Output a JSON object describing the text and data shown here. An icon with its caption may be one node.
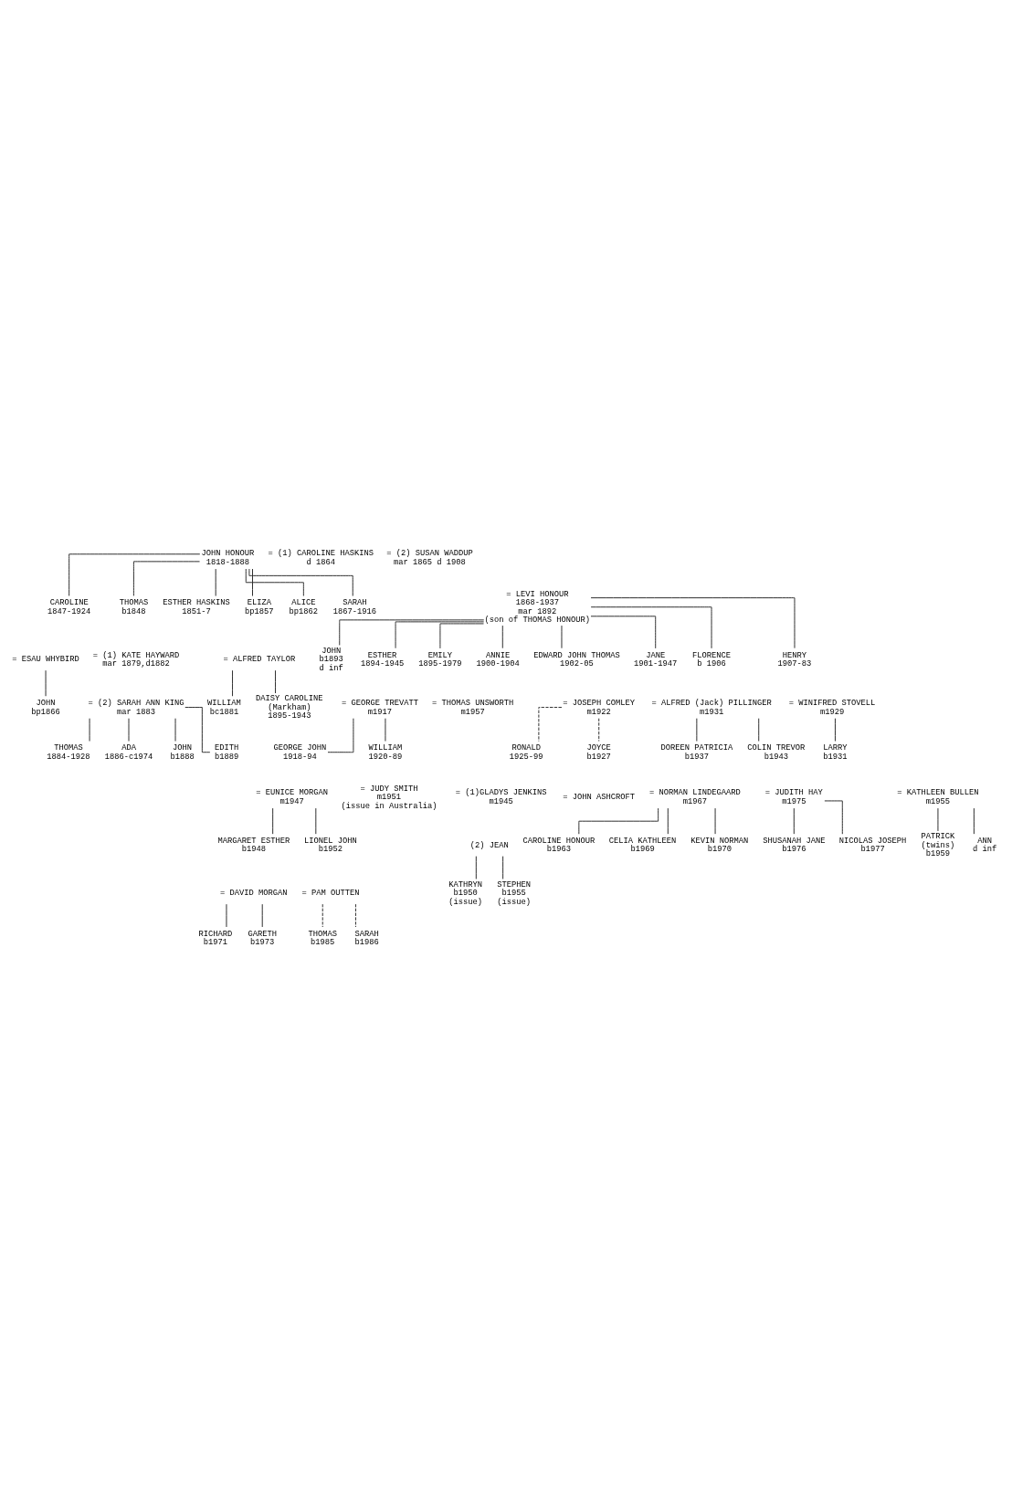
{
  "diagram": {
    "nodes": [
      {
        "text": [
          "JOHN HONOUR",
          "1818-1888"
        ]
      },
      {
        "text": [
          "= (1) CAROLINE HASKINS",
          "d 1864"
        ]
      },
      {
        "text": [
          "= (2) SUSAN WADDUP",
          "mar 1865 d 1908"
        ]
      },
      {
        "text": [
          "CAROLINE",
          "1847-1924"
        ]
      },
      {
        "text": [
          "THOMAS",
          "b1848"
        ]
      },
      {
        "text": [
          "ESTHER HASKINS",
          "1851-7"
        ]
      },
      {
        "text": [
          "ELIZA",
          "bp1857"
        ]
      },
      {
        "text": [
          "ALICE",
          "bp1862"
        ]
      },
      {
        "text": [
          "SARAH",
          "1867-1916"
        ]
      },
      {
        "text": [
          "= LEVI HONOUR",
          "1868-1937",
          "mar 1892",
          "(son of THOMAS HONOUR)"
        ]
      },
      {
        "text": [
          "= ESAU WHYBIRD"
        ]
      },
      {
        "text": [
          "= (1) KATE HAYWARD",
          "mar 1879,d1882"
        ]
      },
      {
        "text": [
          "= (2) SARAH ANN KING",
          "mar 1883"
        ]
      },
      {
        "text": [
          "= ALFRED TAYLOR"
        ]
      },
      {
        "text": [
          "JOHN",
          "bp1866"
        ]
      },
      {
        "text": [
          "THOMAS",
          "1884-1928"
        ]
      },
      {
        "text": [
          "ADA",
          "1886-c1974"
        ]
      },
      {
        "text": [
          "JOHN",
          "b1888"
        ]
      },
      {
        "text": [
          "EDITH",
          "b1889"
        ]
      },
      {
        "text": [
          "WILLIAM",
          "bc1881"
        ]
      },
      {
        "text": [
          "DAISY CAROLINE",
          "(Markham)",
          "1895-1943"
        ]
      },
      {
        "text": [
          "JOHN",
          "b1893",
          "d inf"
        ]
      },
      {
        "text": [
          "ESTHER",
          "1894-1945"
        ]
      },
      {
        "text": [
          "EMILY",
          "1895-1979"
        ]
      },
      {
        "text": [
          "ANNIE",
          "1900-1904"
        ]
      },
      {
        "text": [
          "EDWARD JOHN THOMAS",
          "1902-05"
        ]
      },
      {
        "text": [
          "JANE",
          "1901-1947"
        ]
      },
      {
        "text": [
          "FLORENCE",
          "b 1906"
        ]
      },
      {
        "text": [
          "HENRY",
          "1907-83"
        ]
      },
      {
        "text": [
          "= GEORGE TREVATT",
          "m1917"
        ]
      },
      {
        "text": [
          "= THOMAS UNSWORTH",
          "m1957"
        ]
      },
      {
        "text": [
          "= JOSEPH COMLEY",
          "m1922"
        ]
      },
      {
        "text": [
          "= ALFRED (Jack) PILLINGER",
          "m1931"
        ]
      },
      {
        "text": [
          "= WINIFRED STOVELL",
          "m1929"
        ]
      },
      {
        "text": [
          "GEORGE JOHN",
          "1918-94"
        ]
      },
      {
        "text": [
          "WILLIAM",
          "1920-89"
        ]
      },
      {
        "text": [
          "RONALD",
          "1925-99"
        ]
      },
      {
        "text": [
          "JOYCE",
          "b1927"
        ]
      },
      {
        "text": [
          "DOREEN PATRICIA",
          "b1937"
        ]
      },
      {
        "text": [
          "COLIN TREVOR",
          "b1943"
        ]
      },
      {
        "text": [
          "LARRY",
          "b1931"
        ]
      },
      {
        "text": [
          "= EUNICE MORGAN",
          "m1947"
        ]
      },
      {
        "text": [
          "= JUDY SMITH",
          "m1951",
          "(issue in Australia)"
        ]
      },
      {
        "text": [
          "= (1)GLADYS JENKINS",
          "m1945"
        ]
      },
      {
        "text": [
          "(2) JEAN"
        ]
      },
      {
        "text": [
          "= JOHN ASHCROFT"
        ]
      },
      {
        "text": [
          "= NORMAN LINDEGAARD",
          "m1967"
        ]
      },
      {
        "text": [
          "= JUDITH HAY",
          "m1975"
        ]
      },
      {
        "text": [
          "= KATHLEEN BULLEN",
          "m1955"
        ]
      },
      {
        "text": [
          "MARGARET ESTHER",
          "b1948"
        ]
      },
      {
        "text": [
          "LIONEL JOHN",
          "b1952"
        ]
      },
      {
        "text": [
          "KATHRYN",
          "b1950",
          "(issue)"
        ]
      },
      {
        "text": [
          "STEPHEN",
          "b1955",
          "(issue)"
        ]
      },
      {
        "text": [
          "SHUSANAH JANE",
          "b1976"
        ]
      },
      {
        "text": [
          "NICOLAS JOSEPH",
          "b1977"
        ]
      },
      {
        "text": [
          "PATRICK",
          "(twins)",
          "b1959"
        ]
      },
      {
        "text": [
          "ANN",
          "d inf"
        ]
      },
      {
        "text": [
          "CAROLINE HONOUR",
          "b1963"
        ]
      },
      {
        "text": [
          "CELIA KATHLEEN",
          "b1969"
        ]
      },
      {
        "text": [
          "KEVIN NORMAN",
          "b1970"
        ]
      },
      {
        "text": [
          "= DAVID MORGAN"
        ]
      },
      {
        "text": [
          "= PAM OUTTEN"
        ]
      },
      {
        "text": [
          "RICHARD",
          "b1971"
        ]
      },
      {
        "text": [
          "GARETH",
          "b1973"
        ]
      },
      {
        "text": [
          "THOMAS",
          "b1985"
        ]
      },
      {
        "text": [
          "SARAH",
          "b1986"
        ]
      }
    ],
    "edges": [
      {
        "from": 0,
        "to": 3,
        "arrow": "none"
      },
      {
        "from": 0,
        "to": 4,
        "arrow": "none"
      },
      {
        "from": 0,
        "to": 5,
        "arrow": "none"
      },
      {
        "from": 0,
        "to": 6,
        "arrow": "none"
      },
      {
        "from": 0,
        "to": 7,
        "arrow": "none"
      },
      {
        "from": 0,
        "to": 8,
        "arrow": "none"
      },
      {
        "from": 10,
        "to": 14,
        "arrow": "none"
      },
      {
        "from": 12,
        "to": 15,
        "arrow": "none"
      },
      {
        "from": 12,
        "to": 16,
        "arrow": "none"
      },
      {
        "from": 12,
        "to": 17,
        "arrow": "none"
      },
      {
        "from": 12,
        "to": 18,
        "arrow": "none"
      },
      {
        "from": 13,
        "to": 19,
        "arrow": "none"
      },
      {
        "from": 13,
        "to": 20,
        "arrow": "none"
      },
      {
        "from": 9,
        "to": 21,
        "arrow": "none"
      },
      {
        "from": 9,
        "to": 22,
        "arrow": "none"
      },
      {
        "from": 9,
        "to": 23,
        "arrow": "none"
      },
      {
        "from": 9,
        "to": 24,
        "arrow": "none"
      },
      {
        "from": 9,
        "to": 25,
        "arrow": "none"
      },
      {
        "from": 9,
        "to": 26,
        "arrow": "none"
      },
      {
        "from": 9,
        "to": 27,
        "arrow": "none"
      },
      {
        "from": 9,
        "to": 28,
        "arrow": "none"
      },
      {
        "from": 29,
        "to": 34,
        "arrow": "none"
      },
      {
        "from": 29,
        "to": 35,
        "arrow": "none"
      },
      {
        "from": 31,
        "to": 36,
        "arrow": "none",
        "style": "dashed"
      },
      {
        "from": 31,
        "to": 37,
        "arrow": "none",
        "style": "dashed"
      },
      {
        "from": 32,
        "to": 38,
        "arrow": "none"
      },
      {
        "from": 32,
        "to": 39,
        "arrow": "none"
      },
      {
        "from": 33,
        "to": 40,
        "arrow": "none"
      },
      {
        "from": 41,
        "to": 49,
        "arrow": "none"
      },
      {
        "from": 41,
        "to": 50,
        "arrow": "none"
      },
      {
        "from": 44,
        "to": 51,
        "arrow": "none"
      },
      {
        "from": 44,
        "to": 52,
        "arrow": "none"
      },
      {
        "from": 47,
        "to": 53,
        "arrow": "none"
      },
      {
        "from": 47,
        "to": 54,
        "arrow": "none"
      },
      {
        "from": 48,
        "to": 55,
        "arrow": "none"
      },
      {
        "from": 48,
        "to": 56,
        "arrow": "none"
      },
      {
        "from": 46,
        "to": 57,
        "arrow": "none"
      },
      {
        "from": 46,
        "to": 58,
        "arrow": "none"
      },
      {
        "from": 46,
        "to": 59,
        "arrow": "none"
      },
      {
        "from": 60,
        "to": 62,
        "arrow": "none"
      },
      {
        "from": 60,
        "to": 63,
        "arrow": "none"
      },
      {
        "from": 61,
        "to": 64,
        "arrow": "none",
        "style": "dashed"
      },
      {
        "from": 61,
        "to": 65,
        "arrow": "none",
        "style": "dashed"
      }
    ]
  }
}
